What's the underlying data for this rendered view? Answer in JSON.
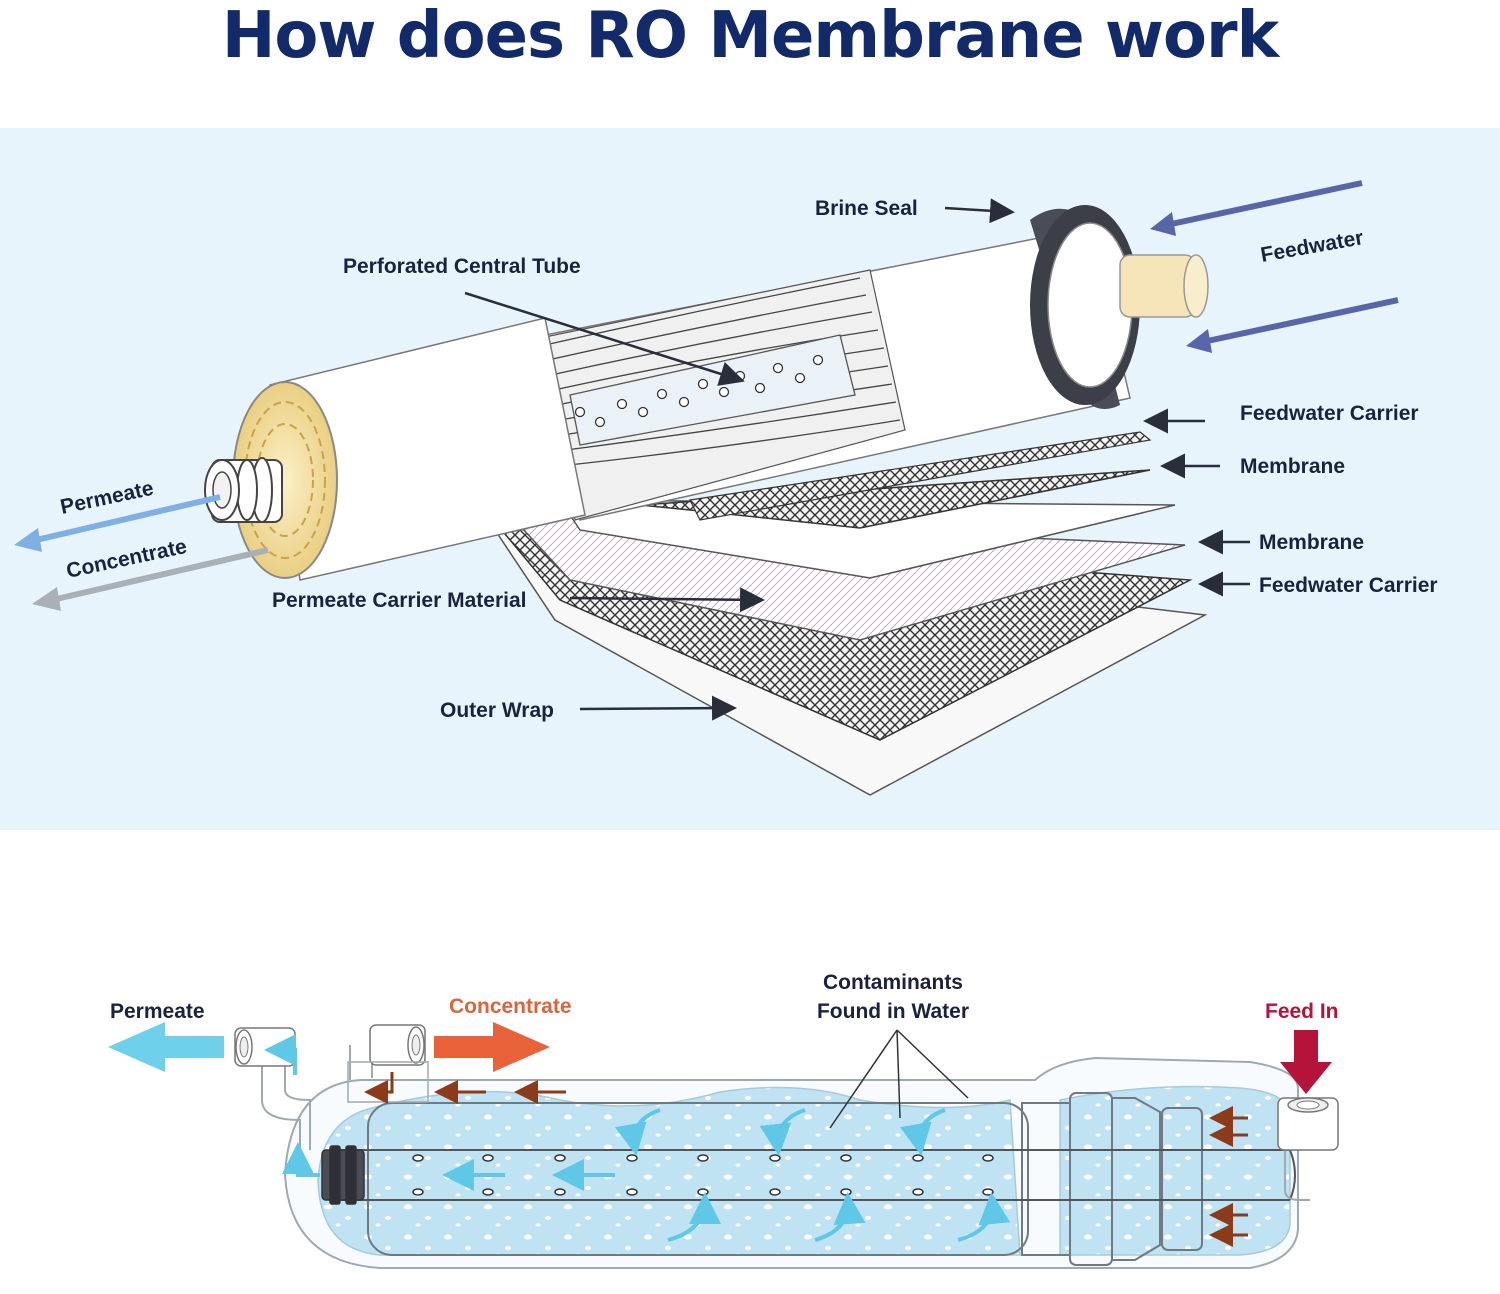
{
  "title": "How does RO Membrane work",
  "top_diagram": {
    "labels": {
      "brine_seal": "Brine Seal",
      "feedwater": "Feedwater",
      "perforated_central_tube": "Perforated Central Tube",
      "feedwater_carrier_1": "Feedwater Carrier",
      "membrane_1": "Membrane",
      "membrane_2": "Membrane",
      "feedwater_carrier_2": "Feedwater Carrier",
      "permeate": "Permeate",
      "concentrate": "Concentrate",
      "permeate_carrier_material": "Permeate Carrier Material",
      "outer_wrap": "Outer Wrap"
    }
  },
  "bottom_diagram": {
    "labels": {
      "permeate": "Permeate",
      "concentrate": "Concentrate",
      "contaminants_line1": "Contaminants",
      "contaminants_line2": "Found in Water",
      "feed_in": "Feed In"
    }
  },
  "colors": {
    "title": "#122a6a",
    "label": "#1b2240",
    "arrow_blue": "#5865a8",
    "permeate_blue": "#7fb0e3",
    "concentrate_grey": "#a9b1b7",
    "water_blue": "#bfe3f3",
    "flow_cyan": "#5ec8e6",
    "concentrate_orange": "#e8623a",
    "feed_red": "#b5133a",
    "brown_arrow": "#8b3a1a"
  }
}
